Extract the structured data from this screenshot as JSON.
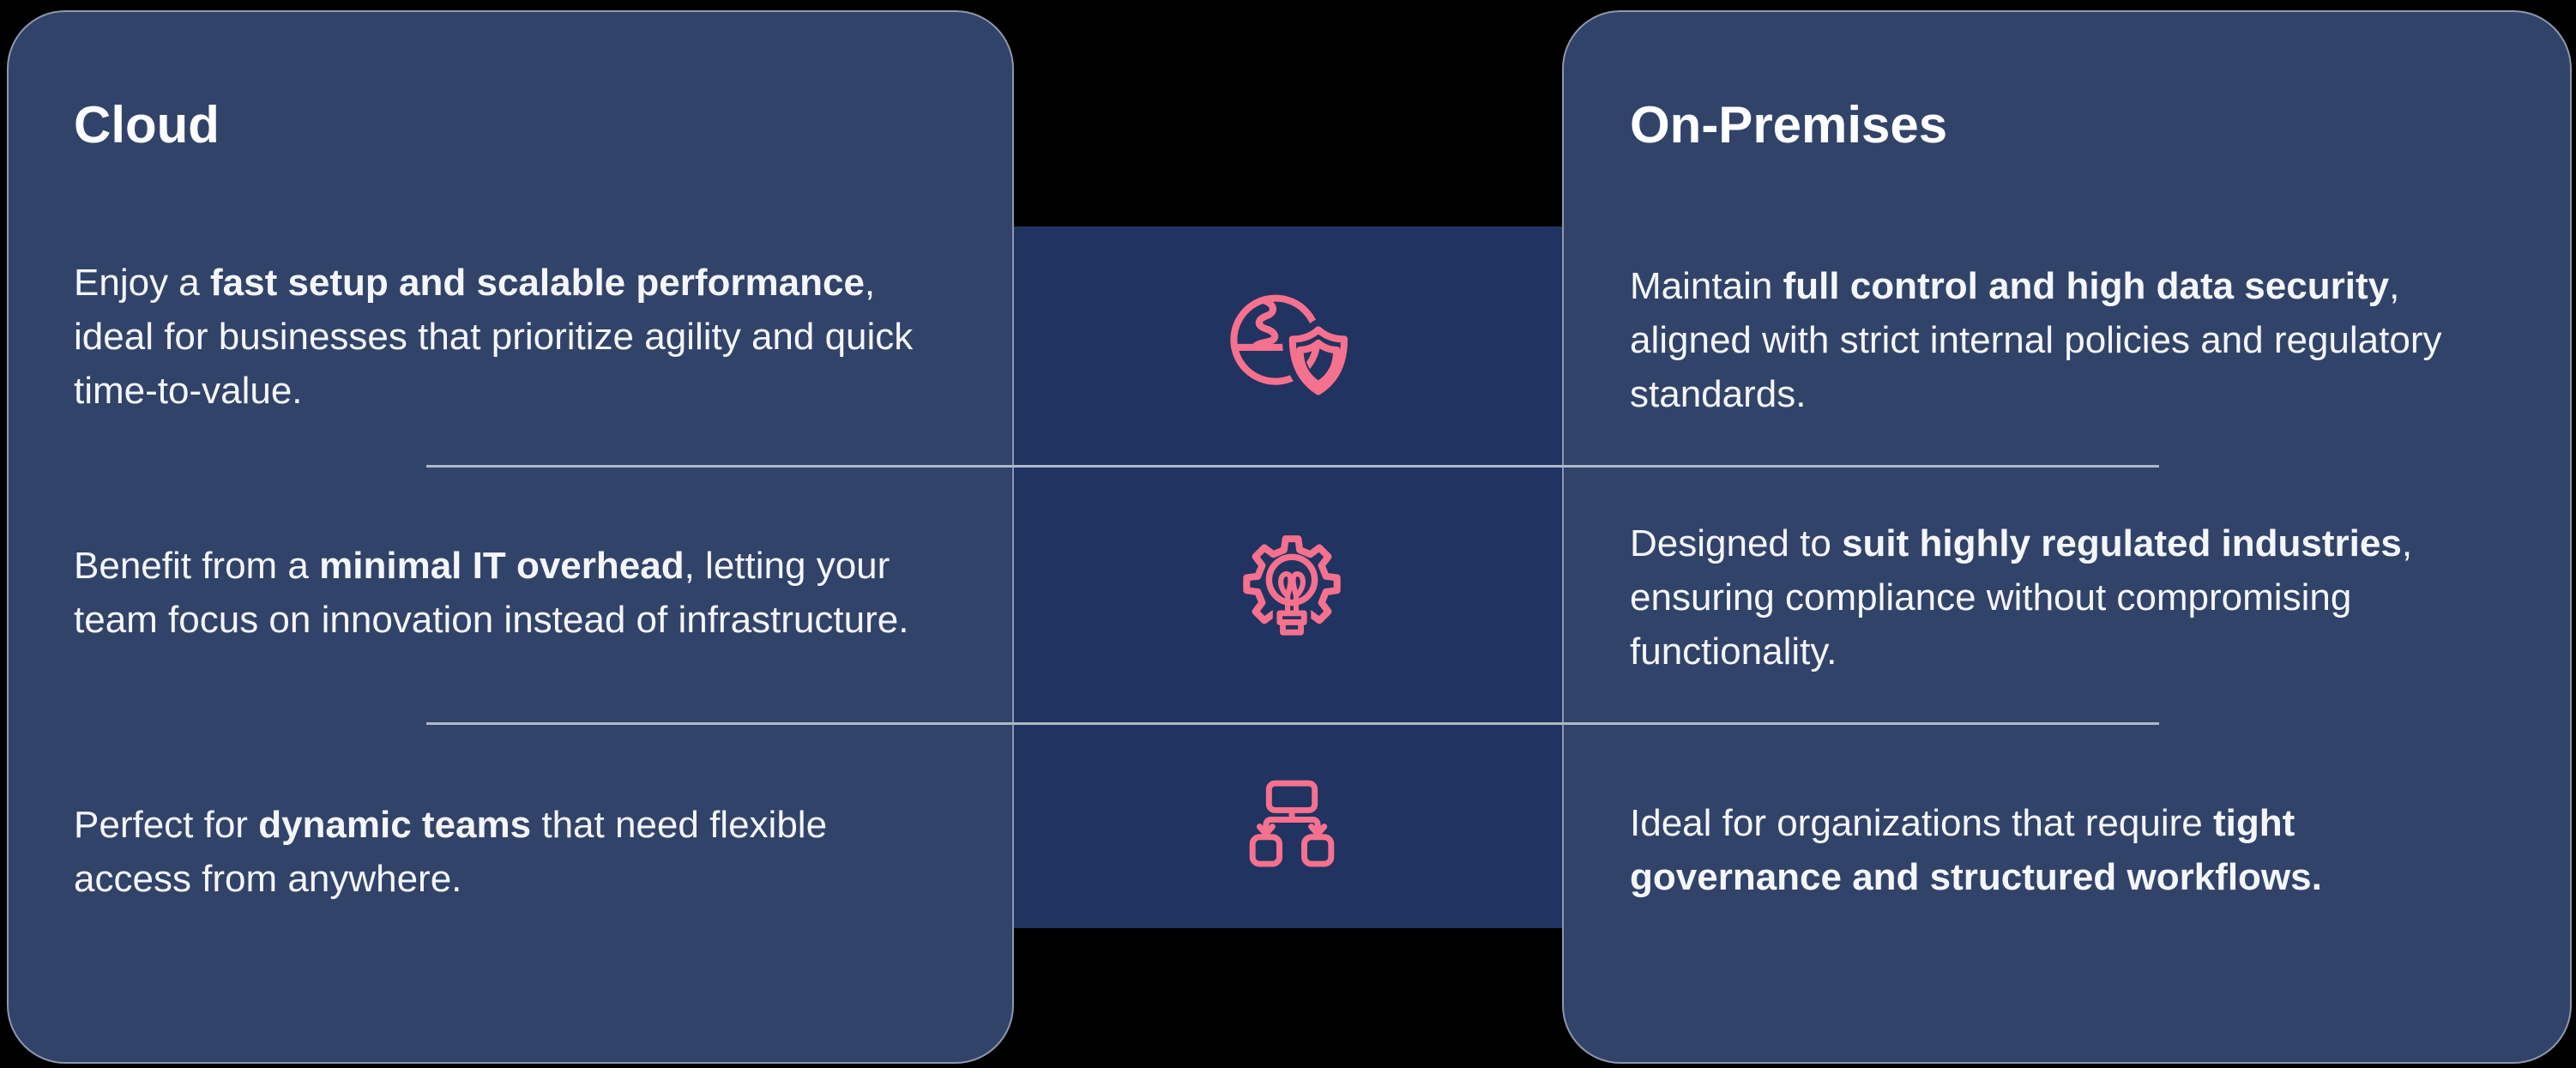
{
  "colors": {
    "background": "#000000",
    "panel": "#32436A",
    "strip": "#213360",
    "accent_pink": "#F5718E",
    "divider": "#AFB8C6",
    "text": "#F4F6FA"
  },
  "panels": {
    "cloud": {
      "title": "Cloud",
      "rows": [
        {
          "lines": [
            "Enjoy a **fast setup and scalable performance**,",
            "ideal for businesses that prioritize agility and quick",
            "time-to-value."
          ]
        },
        {
          "lines": [
            "Benefit from a **minimal IT overhead**, letting your",
            "team focus on innovation instead of infrastructure."
          ]
        },
        {
          "lines": [
            "Perfect for **dynamic teams** that need flexible",
            "access from anywhere."
          ]
        }
      ]
    },
    "on_premises": {
      "title": "On-Premises",
      "rows": [
        {
          "lines": [
            "Maintain **full control and high data security**,",
            "aligned with strict internal policies and regulatory",
            "standards."
          ]
        },
        {
          "lines": [
            "Designed to **suit highly regulated industries**,",
            "ensuring compliance without compromising",
            "functionality."
          ]
        },
        {
          "lines": [
            "Ideal for organizations that require **tight**",
            "**governance and structured workflows.**"
          ]
        }
      ]
    }
  },
  "icons": [
    {
      "name": "globe-shield-icon"
    },
    {
      "name": "gear-lightbulb-icon"
    },
    {
      "name": "org-chart-icon"
    }
  ]
}
